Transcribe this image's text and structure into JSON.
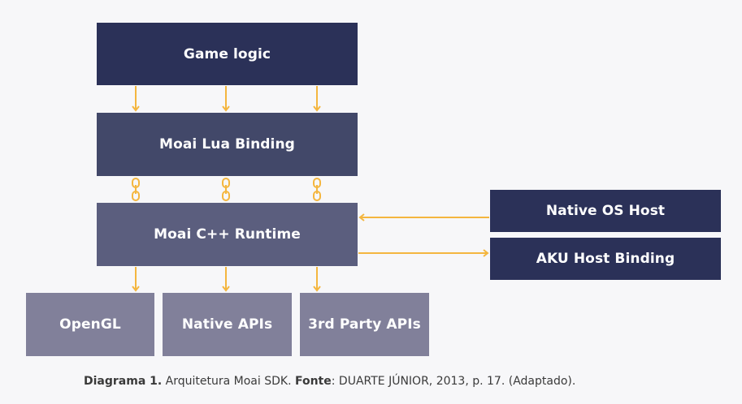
{
  "diagram": {
    "boxes": {
      "game_logic": "Game logic",
      "lua_binding": "Moai Lua Binding",
      "cpp_runtime": "Moai C++ Runtime",
      "opengl": "OpenGL",
      "native_apis": "Native APIs",
      "third_party_apis": "3rd Party APIs",
      "native_os_host": "Native OS Host",
      "aku_host_binding": "AKU Host Binding"
    },
    "colors": {
      "arrow": "#f4b63f",
      "dark_box": "#2b3158",
      "mid_box": "#424869",
      "runtime_box": "#5b5e7e",
      "api_box": "#81809a"
    }
  },
  "caption": {
    "label": "Diagrama 1.",
    "text1": " Arquitetura Moai SDK. ",
    "source_label": "Fonte",
    "text2": ": DUARTE JÚNIOR, 2013, p. 17. (Adaptado)."
  }
}
